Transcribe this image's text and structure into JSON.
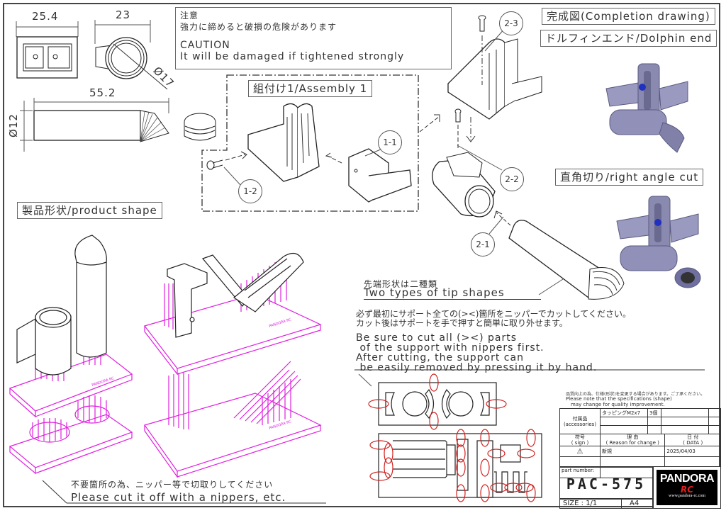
{
  "dimensions": {
    "width_top": "25.4",
    "width_ring": "23",
    "ring_diameter": "Ø17",
    "tube_length": "55.2",
    "tube_diameter": "Ø12"
  },
  "caution": {
    "jp_title": "注意",
    "jp_text": "強力に締めると破損の危険があります",
    "en_title": "CAUTION",
    "en_text": "It will be damaged if tightened strongly"
  },
  "labels": {
    "completion": "完成図(Completion drawing)",
    "dolphin_end": "ドルフィンエンド/Dolphin end",
    "right_angle": "直角切り/right angle cut",
    "assembly1": "組付け1/Assembly 1",
    "product_shape": "製品形状/product shape"
  },
  "callouts": [
    "1-1",
    "1-2",
    "2-1",
    "2-2",
    "2-3"
  ],
  "tip_note": {
    "jp": "先端形状は二種類",
    "en": "Two types of tip shapes"
  },
  "support_note": {
    "jp_line1": "必ず最初にサポート全ての(><)箇所をニッパーでカットしてください。",
    "jp_line2": "カット後はサポートを手で押すと簡単に取り外せます。",
    "en_line1": "Be sure to cut all (><) parts",
    "en_line2": " of the support with nippers first.",
    "en_line3": "After cutting, the support can",
    "en_line4": " be easily removed by pressing it by hand."
  },
  "cut_note": {
    "jp": "不要箇所の為、ニッパー等で切取りしてください",
    "en": "Please cut it off with a nippers, etc."
  },
  "title_block": {
    "spec_note_jp": "品質向上の為、仕様(形状)を変更する場合があります。ご了承ください。",
    "spec_note_en1": "Please note that the specifications (shape)",
    "spec_note_en2": "may change for quality improvement.",
    "accessories_jp": "付属品",
    "accessories_en": "(accessories)",
    "accessory_item": "タッピングM2x7",
    "accessory_qty": "3個",
    "sign_jp": "符号",
    "sign_en": "( sign )",
    "reason_jp": "理 由",
    "reason_en": "( Reason for change )",
    "date_jp": "日 付",
    "date_en": "( DATA )",
    "rev_symbol": "⚠",
    "rev_reason": "新規",
    "rev_date": "2025/04/03",
    "part_number_label": "part number:",
    "part_number": "PAC-575",
    "size_label": "SIZE : 1/1",
    "paper": "A4",
    "logo_main": "PANDORA",
    "logo_sub": "RC",
    "logo_url": "www.pandora-rc.com"
  },
  "colors": {
    "support": "#e020e0",
    "cut_marker": "#d02020",
    "render_part": "#8a8ab0",
    "pin": "#2030c0"
  }
}
